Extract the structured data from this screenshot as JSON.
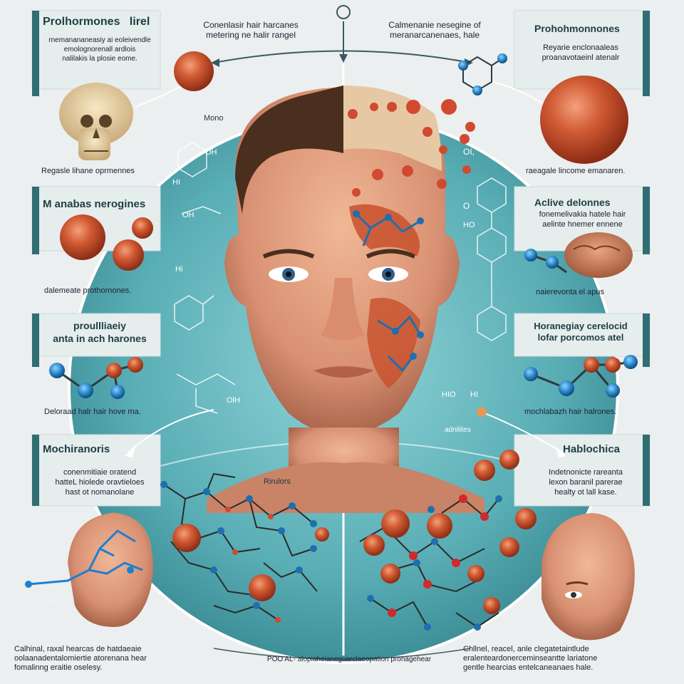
{
  "top": {
    "center_left": "Conenlasir hair harcanes\nmetering ne halir rangel",
    "center_right": "Calmenanie nesegine of\nmeranarcanenaes, hale"
  },
  "panels": {
    "left1": {
      "title": "Prolhormones   lirel",
      "sub": "rnemanananeasiy ai eoleivendle\nemolognorenall ardlois\nnalilakis la plosie eome.",
      "caption": "Regasle lihane oprmennes"
    },
    "left2": {
      "title": "M anabas nerogines",
      "caption": "dalemeate prothornones."
    },
    "left3": {
      "title": "proullliaeiy\nanta in ach harones",
      "caption": "Deloraad halr hair hove ma."
    },
    "left4": {
      "title": "Mochiranoris",
      "sub": "conenmitiaie oratend\nhatteL hiolede oravtieloes\nhast ot nomanolane"
    },
    "right1": {
      "title": "Prohohmonnones",
      "sub": "Reyarie enclonaaleas\nproanavotaeinl atenalr",
      "caption": "raeagale lincome emanaren."
    },
    "right2": {
      "title": "Aclive delonnes",
      "sub": "fonemelivakia hatele hair\naelinte hnemer ennene",
      "caption": "naierevonta el apus"
    },
    "right3": {
      "title": "Horanegiay cerelocid\nlofar porcomos atel",
      "caption": "mochlabazh hair halrones."
    },
    "right4": {
      "title": "Hablochica",
      "sub": "Indetnonicte rareanta\nlexon baranil parerae\nhealty ot lall kase."
    }
  },
  "center": {
    "label_top": "Mono",
    "label_bottom": "Rirulors",
    "formula_labels": [
      "OH",
      "HI",
      "OH",
      "OI,",
      "O",
      "HO",
      "HIO",
      "HI",
      "OlH",
      "Hi",
      "adnilites"
    ]
  },
  "bottom": {
    "left_text": "Calhinal, raxal hearcas de hatdaeaie\noolaanadentalomiertie atorenana hear\nfomalinng eraitie oselesy.",
    "right_text": "Chllnel, reacel, anle clegatetaintlude\neralenteardonerceminseantte lariatone\ngentle hearcias entelcaneanaes hale.",
    "center_text": "POO AL- alopiaheianeguarclaeopation pronagehear",
    "small_label": "aoid"
  },
  "colors": {
    "panel": "#2f6e73",
    "circle": "#5fb6bd",
    "orange": "#c8502c",
    "blue": "#1e6fb0"
  }
}
